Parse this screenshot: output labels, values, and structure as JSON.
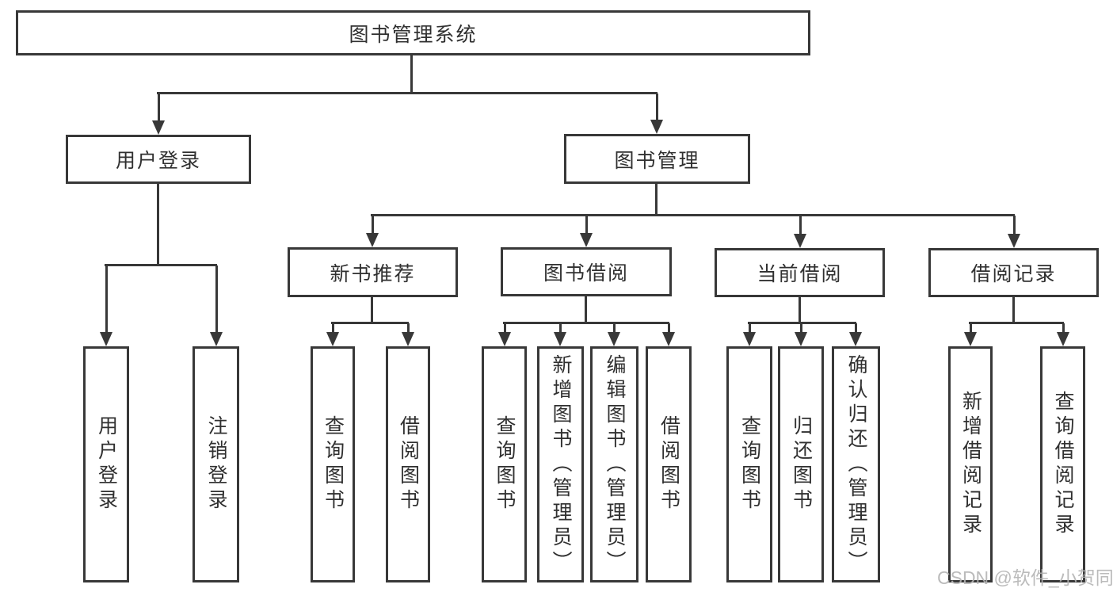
{
  "colors": {
    "background": "#ffffff",
    "line": "#383838",
    "text": "#303030",
    "watermark": "#b4b4b4"
  },
  "diagram": {
    "root": {
      "label": "图书管理系统"
    },
    "branches": {
      "user_login": {
        "label": "用户登录",
        "children": {
          "login": {
            "label": "用户登录"
          },
          "logout": {
            "label": "注销登录"
          }
        }
      },
      "book_mgmt": {
        "label": "图书管理",
        "children": {
          "new_book_rec": {
            "label": "新书推荐",
            "children": {
              "query_book": {
                "label": "查询图书"
              },
              "borrow_book": {
                "label": "借阅图书"
              }
            }
          },
          "book_borrow": {
            "label": "图书借阅",
            "children": {
              "query_book": {
                "label": "查询图书"
              },
              "add_book": {
                "label": "新增图书（管理员）"
              },
              "edit_book": {
                "label": "编辑图书（管理员）"
              },
              "borrow_book": {
                "label": "借阅图书"
              }
            }
          },
          "current_borrow": {
            "label": "当前借阅",
            "children": {
              "query_book": {
                "label": "查询图书"
              },
              "return_book": {
                "label": "归还图书"
              },
              "confirm_return": {
                "label": "确认归还（管理员）"
              }
            }
          },
          "borrow_records": {
            "label": "借阅记录",
            "children": {
              "add_record": {
                "label": "新增借阅记录"
              },
              "query_record": {
                "label": "查询借阅记录"
              }
            }
          }
        }
      }
    }
  },
  "watermark": {
    "text": "CSDN @软件_小贺同学"
  }
}
